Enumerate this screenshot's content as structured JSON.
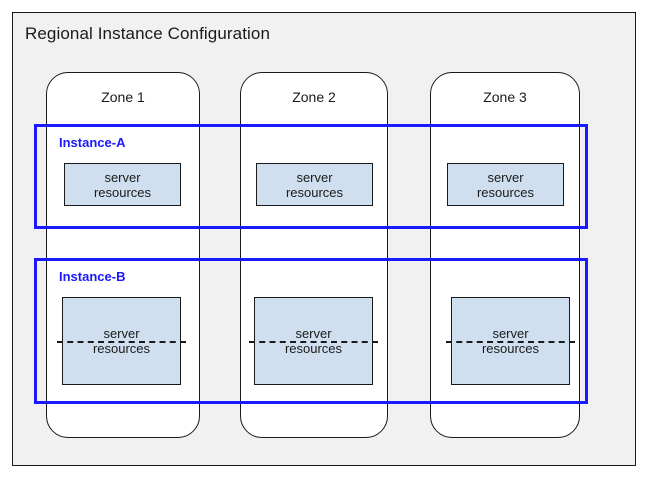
{
  "diagram": {
    "title": "Regional Instance Configuration",
    "background_color": "#f1f1f1",
    "frame_border_color": "#1a1a1a"
  },
  "colors": {
    "instance_outline": "#1a19ff",
    "resource_fill": "#cfdfef",
    "resource_border": "#1a1a1a",
    "text": "#1a1a1a"
  },
  "zones": [
    {
      "label": "Zone 1"
    },
    {
      "label": "Zone 2"
    },
    {
      "label": "Zone 3"
    }
  ],
  "instances": [
    {
      "label": "Instance-A",
      "resources": [
        {
          "line1": "server",
          "line2": "resources"
        },
        {
          "line1": "server",
          "line2": "resources"
        },
        {
          "line1": "server",
          "line2": "resources"
        }
      ]
    },
    {
      "label": "Instance-B",
      "resources": [
        {
          "line1": "server",
          "line2": "resources"
        },
        {
          "line1": "server",
          "line2": "resources"
        },
        {
          "line1": "server",
          "line2": "resources"
        }
      ]
    }
  ]
}
